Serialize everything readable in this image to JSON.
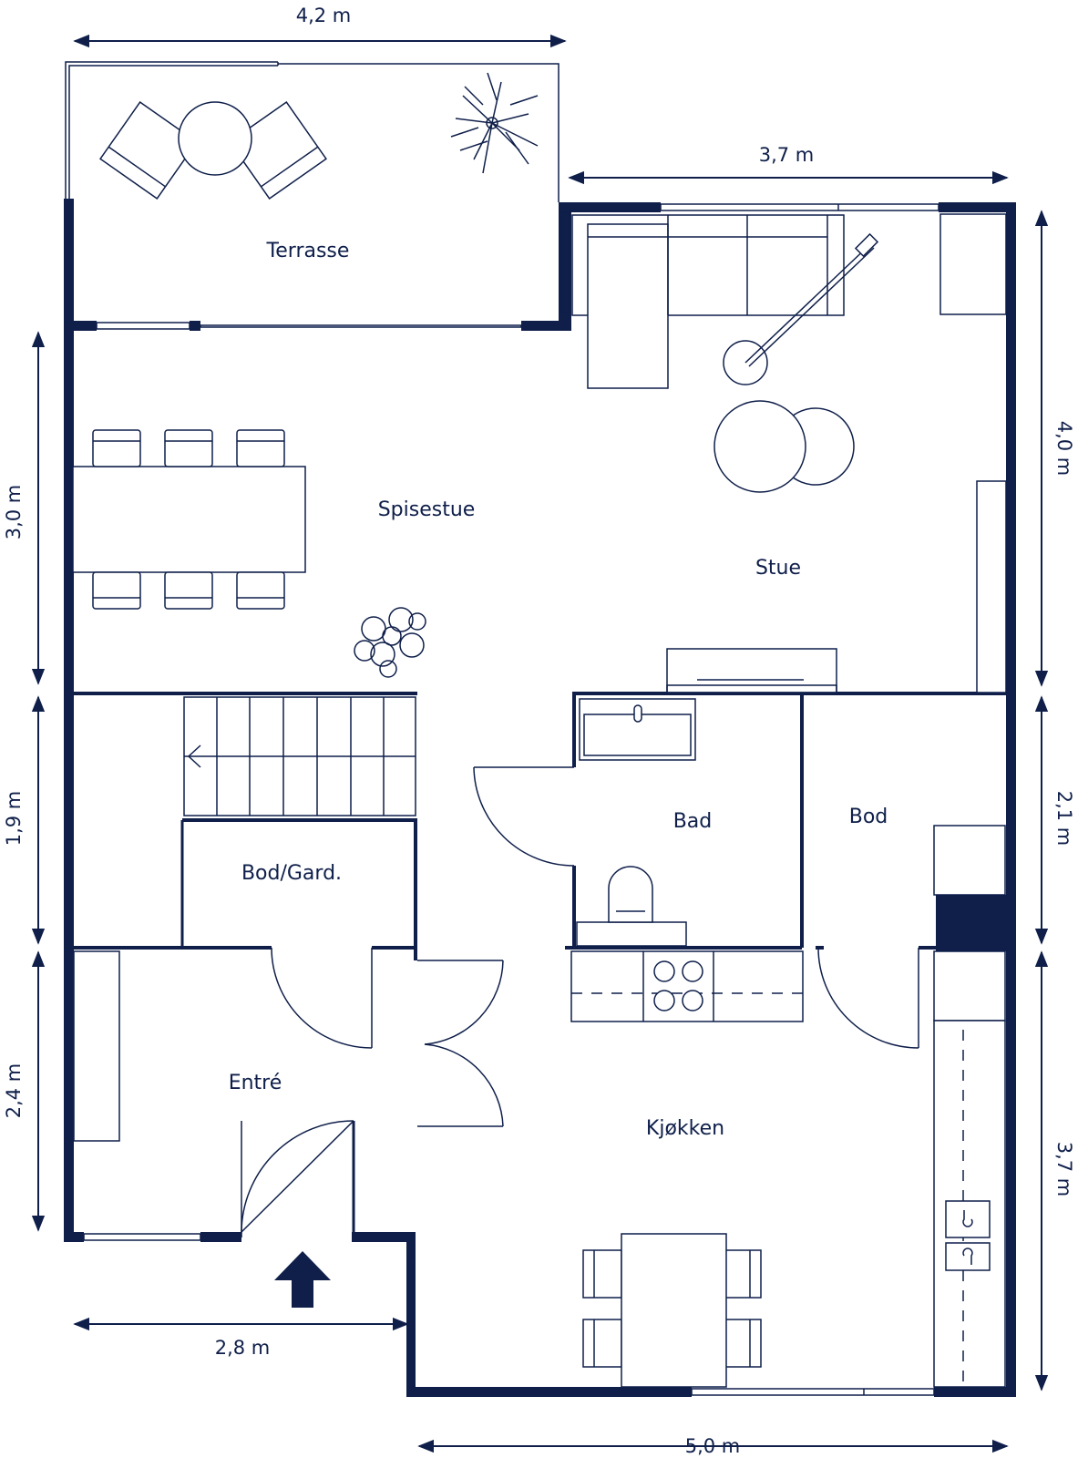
{
  "rooms": {
    "terrasse": "Terrasse",
    "spisestue": "Spisestue",
    "stue": "Stue",
    "bad": "Bad",
    "bod": "Bod",
    "bod_gard": "Bod/Gard.",
    "entre": "Entré",
    "kjokken": "Kjøkken"
  },
  "dimensions": {
    "top_terrace_width": "4,2 m",
    "top_living_width": "3,7 m",
    "left_upper_height": "3,0 m",
    "left_middle_height": "1,9 m",
    "left_lower_height": "2,4 m",
    "right_upper_height": "4,0 m",
    "right_middle_height": "2,1 m",
    "right_lower_height": "3,7 m",
    "bottom_entre_width": "2,8 m",
    "bottom_kitchen_width": "5,0 m"
  },
  "icons": {
    "entrance": "entrance-arrow-icon",
    "plant": "plant-icon",
    "stairs_arrow": "stairs-direction-arrow-icon"
  },
  "colors": {
    "ink": "#0f1f4a",
    "background": "#ffffff"
  }
}
